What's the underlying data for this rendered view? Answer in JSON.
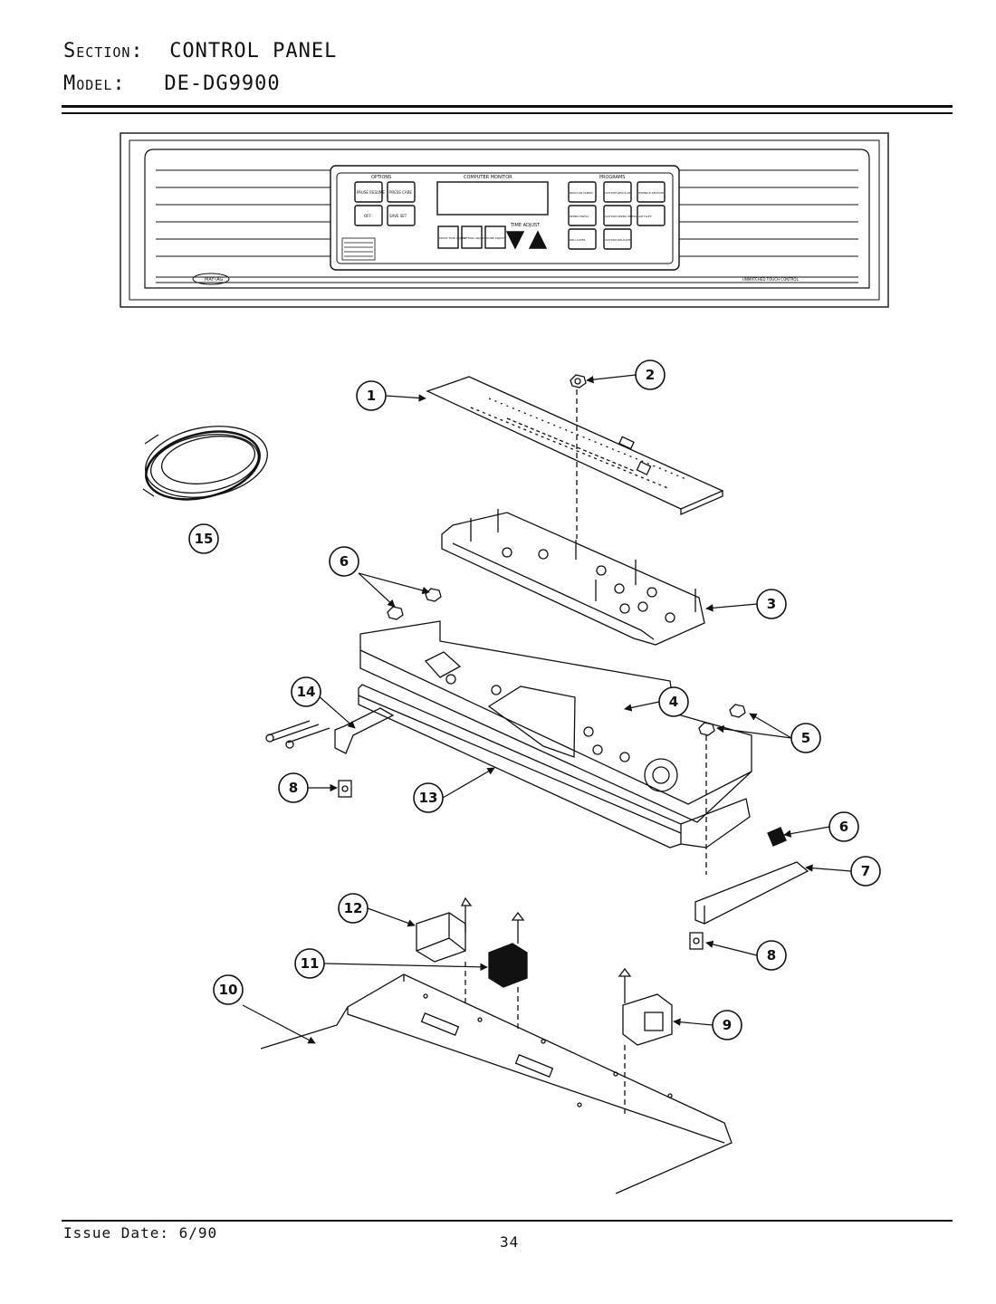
{
  "header": {
    "section_label": "Section:",
    "section_value": "CONTROL PANEL",
    "model_label": "Model:",
    "model_value": "DE-DG9900"
  },
  "panel": {
    "options_label": "OPTIONS",
    "monitor_label": "COMPUTER MONITOR",
    "programs_label": "PROGRAMS",
    "time_adjust_label": "TIME ADJUST",
    "option_keys": [
      "PAUSE RESUME",
      "PRESS CARE",
      "OFF",
      "SAVE SET"
    ],
    "monitor_keys": [
      "MOIST TIME ADJUST",
      "SETTING ADJUST",
      "DONE ADJUST"
    ],
    "program_keys": [
      "REGULAR FABRIC",
      "CUSTOM REGULAR",
      "WRINKLE RELEASE",
      "PERMA PRESS",
      "CUSTOM PERMA PRESS",
      "AIR FLUFF",
      "DELI-CATES",
      "CUSTOM DELICATE"
    ],
    "brand": "MAYTAG",
    "right_text_1": "UNMATCHED TOUCH CONTROL"
  },
  "callouts": [
    "1",
    "2",
    "3",
    "4",
    "5",
    "6",
    "6",
    "7",
    "8",
    "8",
    "9",
    "10",
    "11",
    "12",
    "13",
    "14",
    "15"
  ],
  "footer": {
    "issue_date": "Issue Date: 6/90",
    "page_number": "34"
  }
}
